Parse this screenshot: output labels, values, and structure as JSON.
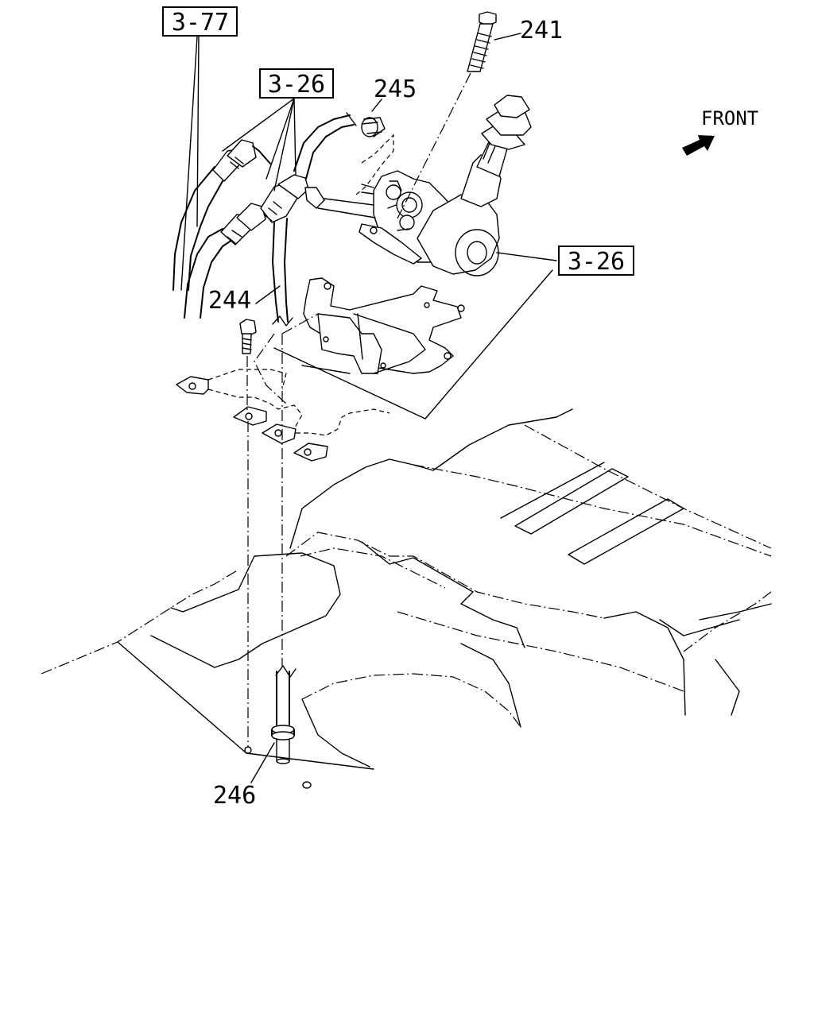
{
  "references": [
    {
      "id": "ref-3-77",
      "text": "3-77"
    },
    {
      "id": "ref-3-26-top",
      "text": "3-26"
    },
    {
      "id": "ref-3-26-right",
      "text": "3-26"
    }
  ],
  "parts": [
    {
      "id": "part-241",
      "number": "241"
    },
    {
      "id": "part-245",
      "number": "245"
    },
    {
      "id": "part-244",
      "number": "244"
    },
    {
      "id": "part-246",
      "number": "246"
    }
  ],
  "direction": {
    "label": "FRONT",
    "icon": "arrow-front-icon"
  }
}
